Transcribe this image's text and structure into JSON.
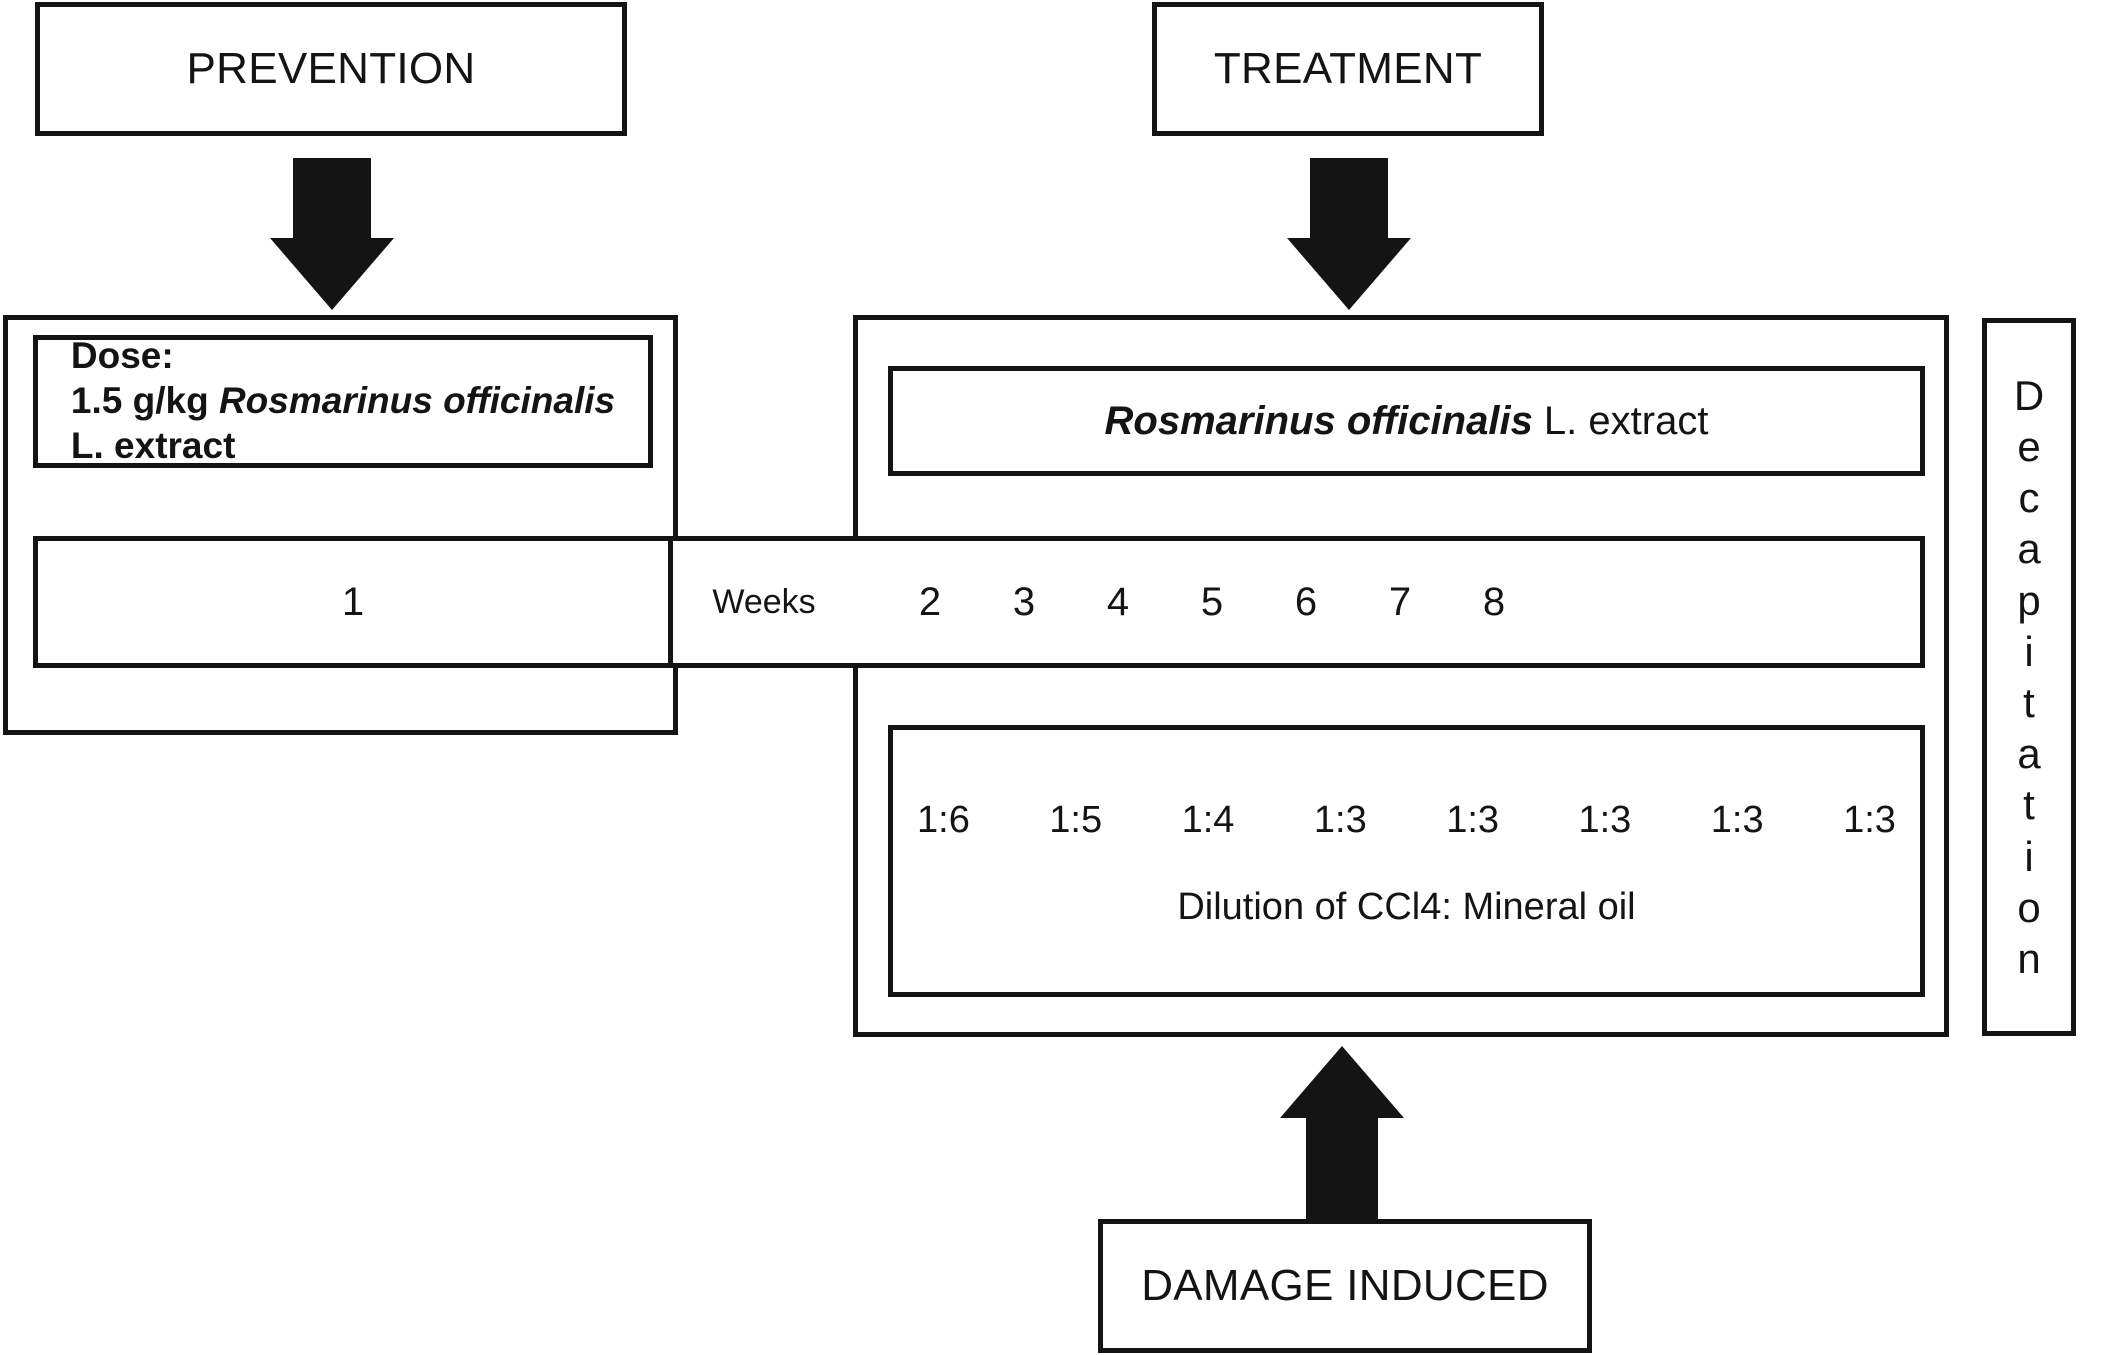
{
  "diagram": {
    "title_prevention": "PREVENTION",
    "title_treatment": "TREATMENT",
    "title_damage": "DAMAGE INDUCED",
    "decapitation_label": "Decapitation",
    "weeks_axis_label": "Weeks",
    "prevention": {
      "dose_heading": "Dose:",
      "dose_amount": "1.5 g/kg ",
      "dose_species": "Rosmarinus officinalis",
      "dose_suffix": "L. extract",
      "week": "1"
    },
    "treatment": {
      "extract_species": "Rosmarinus officinalis",
      "extract_suffix": " L. extract",
      "weeks": [
        "2",
        "3",
        "4",
        "5",
        "6",
        "7",
        "8"
      ],
      "dilutions": [
        "1:6",
        "1:5",
        "1:4",
        "1:3",
        "1:3",
        "1:3",
        "1:3",
        "1:3"
      ],
      "dilution_caption": "Dilution of CCl4: Mineral oil"
    },
    "colors": {
      "stroke": "#141414",
      "background": "#ffffff"
    }
  }
}
